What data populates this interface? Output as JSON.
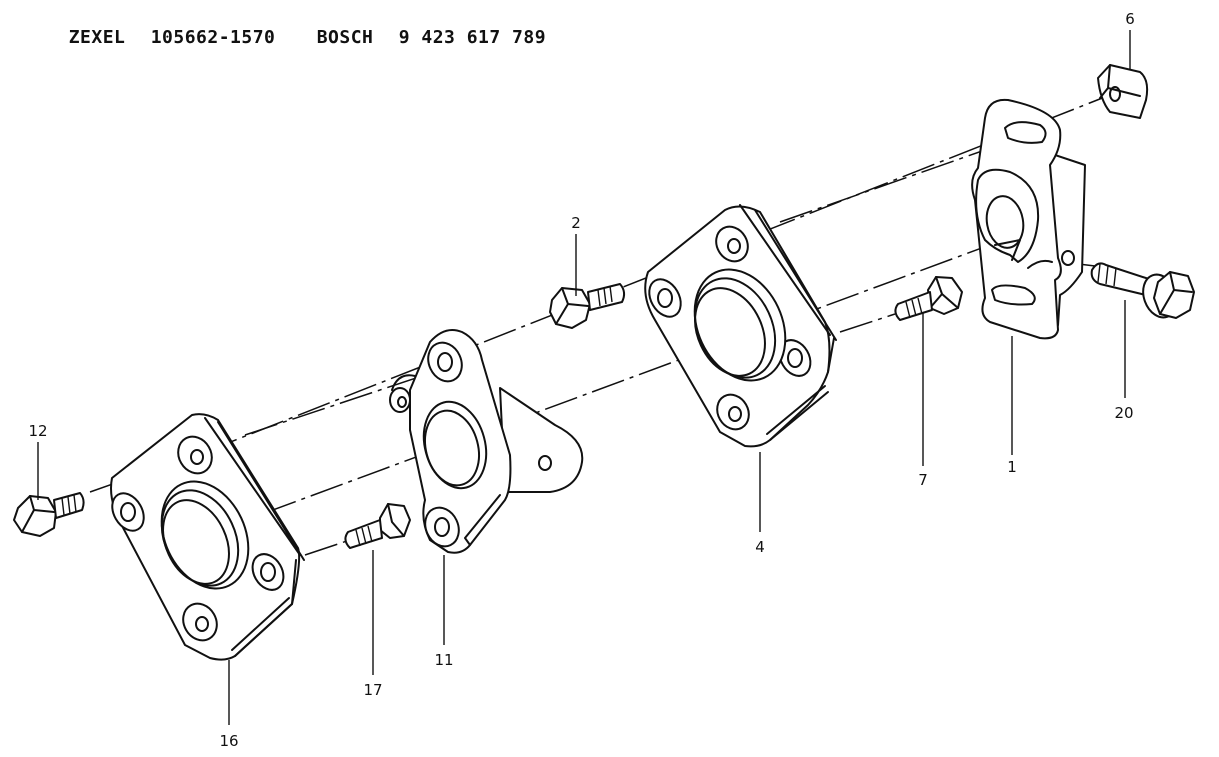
{
  "header": {
    "zexel_label": "ZEXEL",
    "zexel_part": "105662-1570",
    "bosch_label": "BOSCH",
    "bosch_part": "9 423 617 789"
  },
  "callouts": {
    "p1": "1",
    "p2": "2",
    "p4": "4",
    "p6": "6",
    "p7": "7",
    "p11": "11",
    "p12": "12",
    "p16": "16",
    "p17": "17",
    "p20": "20"
  }
}
